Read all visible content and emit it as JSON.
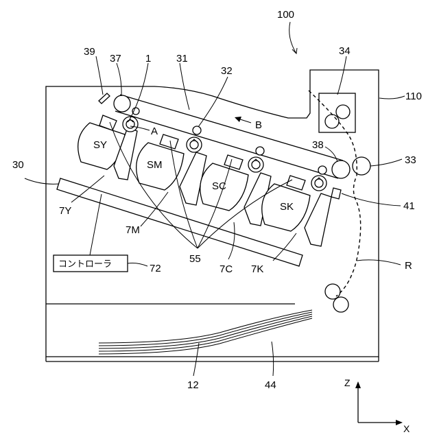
{
  "labels": {
    "device": "100",
    "housing": "110",
    "belt": "31",
    "secondary_roller": "32",
    "fixing": "34",
    "roller_33": "33",
    "roller_38": "38",
    "roller_37": "37",
    "cleaner_39": "39",
    "primary_roller": "1",
    "exposure": "30",
    "sensor_41": "41",
    "direction_a": "A",
    "direction_b": "B",
    "unit_y": "7Y",
    "unit_m": "7M",
    "unit_c": "7C",
    "unit_k": "7K",
    "drum_y": "SY",
    "drum_m": "SM",
    "drum_c": "SC",
    "drum_k": "SK",
    "developer": "55",
    "controller_ref": "72",
    "paper_path": "R",
    "sheet": "12",
    "tray": "44",
    "axis_z": "Z",
    "axis_x": "X"
  },
  "controller": {
    "text": "コントローラ"
  }
}
